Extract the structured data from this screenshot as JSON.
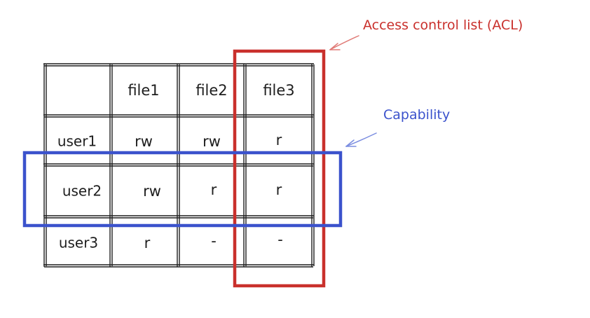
{
  "annotations": {
    "acl_label": "Access control list (ACL)",
    "capability_label": "Capability"
  },
  "table": {
    "headers": [
      "",
      "file1",
      "file2",
      "file3"
    ],
    "rows": [
      {
        "user": "user1",
        "cells": [
          "rw",
          "rw",
          "r"
        ]
      },
      {
        "user": "user2",
        "cells": [
          "rw",
          "r",
          "r"
        ]
      },
      {
        "user": "user3",
        "cells": [
          "r",
          "-",
          "-"
        ]
      }
    ]
  },
  "colors": {
    "acl": "#c9302c",
    "capability": "#3b52cc",
    "grid": "#1e1e1e"
  }
}
